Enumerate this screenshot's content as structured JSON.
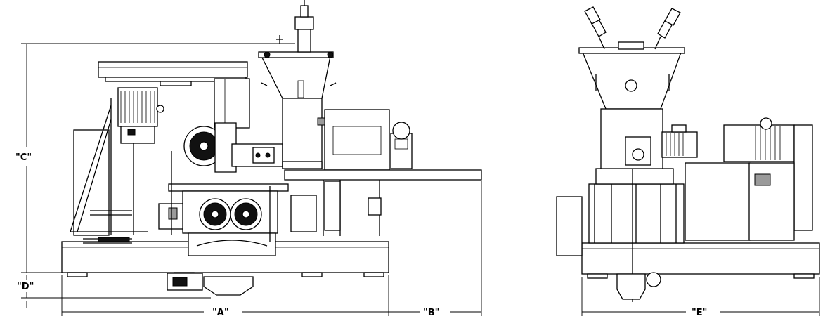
{
  "dimensions": {
    "A": "\"A\"",
    "B": "\"B\"",
    "C": "\"C\"",
    "D": "\"D\"",
    "E": "\"E\""
  }
}
